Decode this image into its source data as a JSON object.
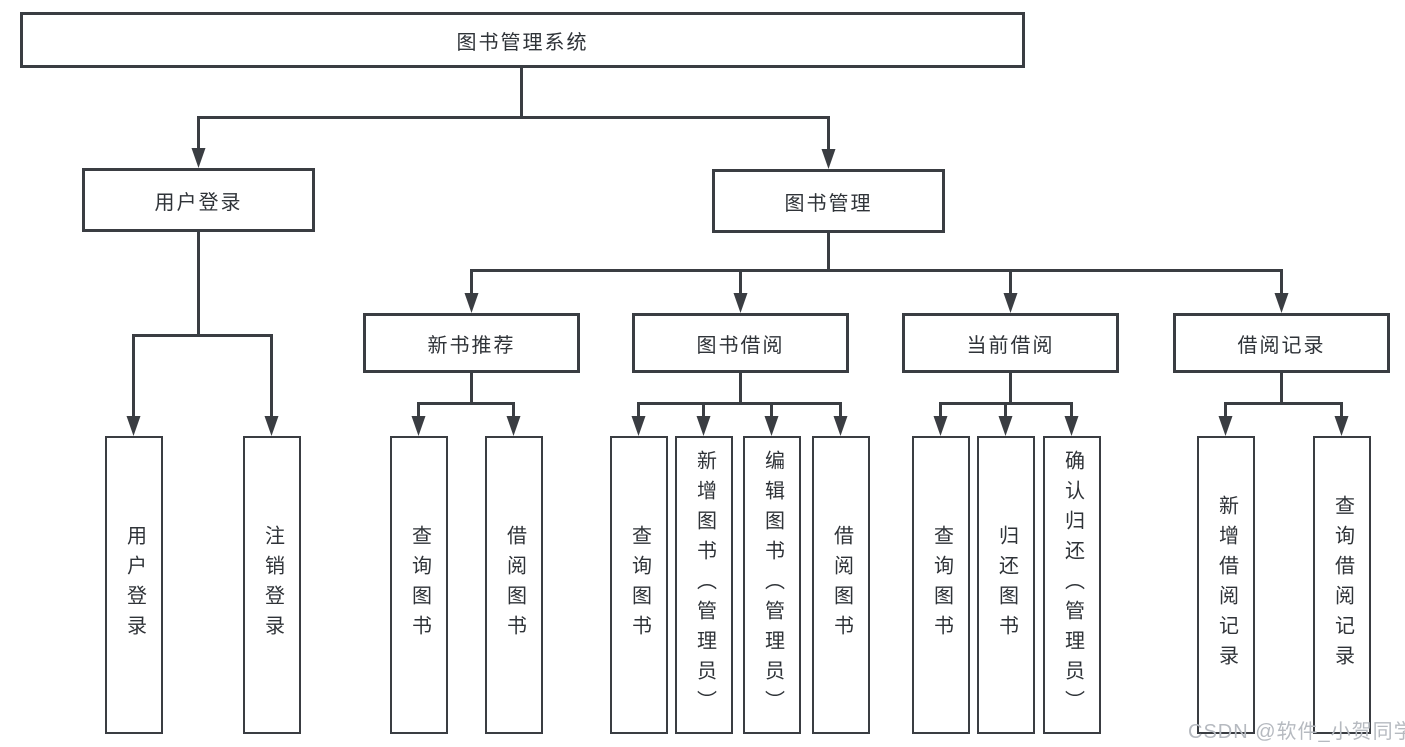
{
  "diagram": {
    "root": {
      "label": "图书管理系统",
      "children": [
        {
          "label": "用户登录",
          "children": [
            {
              "label": "用户登录"
            },
            {
              "label": "注销登录"
            }
          ]
        },
        {
          "label": "图书管理",
          "children": [
            {
              "label": "新书推荐",
              "children": [
                {
                  "label": "查询图书"
                },
                {
                  "label": "借阅图书"
                }
              ]
            },
            {
              "label": "图书借阅",
              "children": [
                {
                  "label": "查询图书"
                },
                {
                  "label": "新增图书（管理员）"
                },
                {
                  "label": "编辑图书（管理员）"
                },
                {
                  "label": "借阅图书"
                }
              ]
            },
            {
              "label": "当前借阅",
              "children": [
                {
                  "label": "查询图书"
                },
                {
                  "label": "归还图书"
                },
                {
                  "label": "确认归还（管理员）"
                }
              ]
            },
            {
              "label": "借阅记录",
              "children": [
                {
                  "label": "新增借阅记录"
                },
                {
                  "label": "查询借阅记录"
                }
              ]
            }
          ]
        }
      ]
    }
  },
  "watermark": {
    "text": "CSDN @软件_小贺同学"
  },
  "colors": {
    "line": "#3a3d42",
    "text": "#2f3338",
    "box_background": "#ffffff",
    "page_background": "#ffffff",
    "watermark": "#b6bac0"
  }
}
